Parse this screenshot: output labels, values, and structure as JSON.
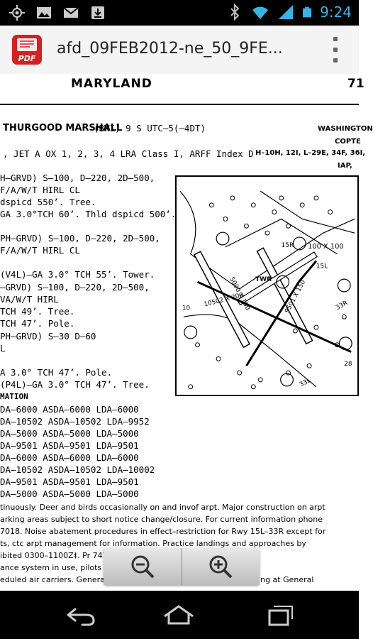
{
  "status_bar": {
    "time": "9:24",
    "icons_left": [
      "gps-icon",
      "image-icon",
      "gmail-icon",
      "download-icon"
    ],
    "icons_right": [
      "bluetooth-icon",
      "wifi-icon",
      "signal-icon",
      "battery-icon"
    ]
  },
  "app_bar": {
    "title": "afd_09FEB2012-ne_50_9FE...",
    "app_icon_label": "PDF",
    "menu_icon": "overflow-menu-icon"
  },
  "document": {
    "state": "MARYLAND",
    "page_number": "71",
    "airport_name": "THURGOOD MARSHALL",
    "airport_meta": "(BWI)   9 S   UTC–5(–4DT)",
    "right_header_1": "WASHINGTON",
    "right_header_2": "COPTE",
    "right_header_3": "H–10H, 12I, L–29E, 34F, 36I,",
    "right_header_4": "IAP,",
    "lines": [
      ", JET A    OX 1, 2, 3, 4    LRA    Class I, ARFF Index D",
      "H–GRVD)    S–100, D–220, 2D–500,",
      "F/A/W/T    HIRL    CL",
      "dspicd 550’. Tree.",
      "GA 3.0°TCH 60’. Thld dspicd 500’.",
      "",
      "PH–GRVD)    S–100, D–220, 2D–500,",
      "F/A/W/T    HIRL    CL",
      "",
      "(V4L)—GA 3.0° TCH 55’. Tower.",
      "–GRVD)    S–100, D–220, 2D–500,",
      "VA/W/T    HIRL",
      "TCH 49’. Tree.",
      "TCH 47’. Pole.",
      "PH–GRVD)    S–30    D–60",
      "L",
      "",
      "A 3.0° TCH 47’. Pole.",
      "(P4L)—GA 3.0° TCH 47’. Tree.",
      "MATION",
      "DA–6000    ASDA–6000    LDA–6000",
      "DA–10502   ASDA–10502   LDA–9952",
      "DA–5000    ASDA–5000    LDA–5000",
      "DA–9501    ASDA–9501    LDA–9501",
      "DA–6000    ASDA–6000    LDA–6000",
      "DA–10502   ASDA–10502   LDA–10002",
      "DA–9501    ASDA–9501    LDA–9501",
      "DA–5000    ASDA–5000    LDA–5000",
      "tinuously. Deer and birds occasionally on and invof arpt. Major construction on arpt",
      "arking areas subject to short notice change/closure. For current information phone",
      "7018. Noise abatement procedures in effect–restriction for Rwy 15L–33R except for",
      "ts, ctc arpt management for information. Practice landings and approaches by",
      "ibited 0300–1100Z‡. Pr                                        747 acft prohibited Rwy",
      "ance system in use, pilots                                   C on all twys and rwys.",
      "eduled air carriers. General aviation acft ctc UNICOM prior to arriving at General"
    ],
    "diagram": {
      "labels": [
        "100 X 100",
        "TWR",
        "10502 X 200",
        "9501 X 150",
        "5000 X 100",
        "15L",
        "15R",
        "33R",
        "33L",
        "10",
        "28"
      ]
    }
  },
  "zoom_controls": {
    "zoom_out_icon": "zoom-out-icon",
    "zoom_in_icon": "zoom-in-icon"
  },
  "nav_bar": {
    "icons": [
      "back-icon",
      "home-icon",
      "recent-apps-icon"
    ]
  }
}
